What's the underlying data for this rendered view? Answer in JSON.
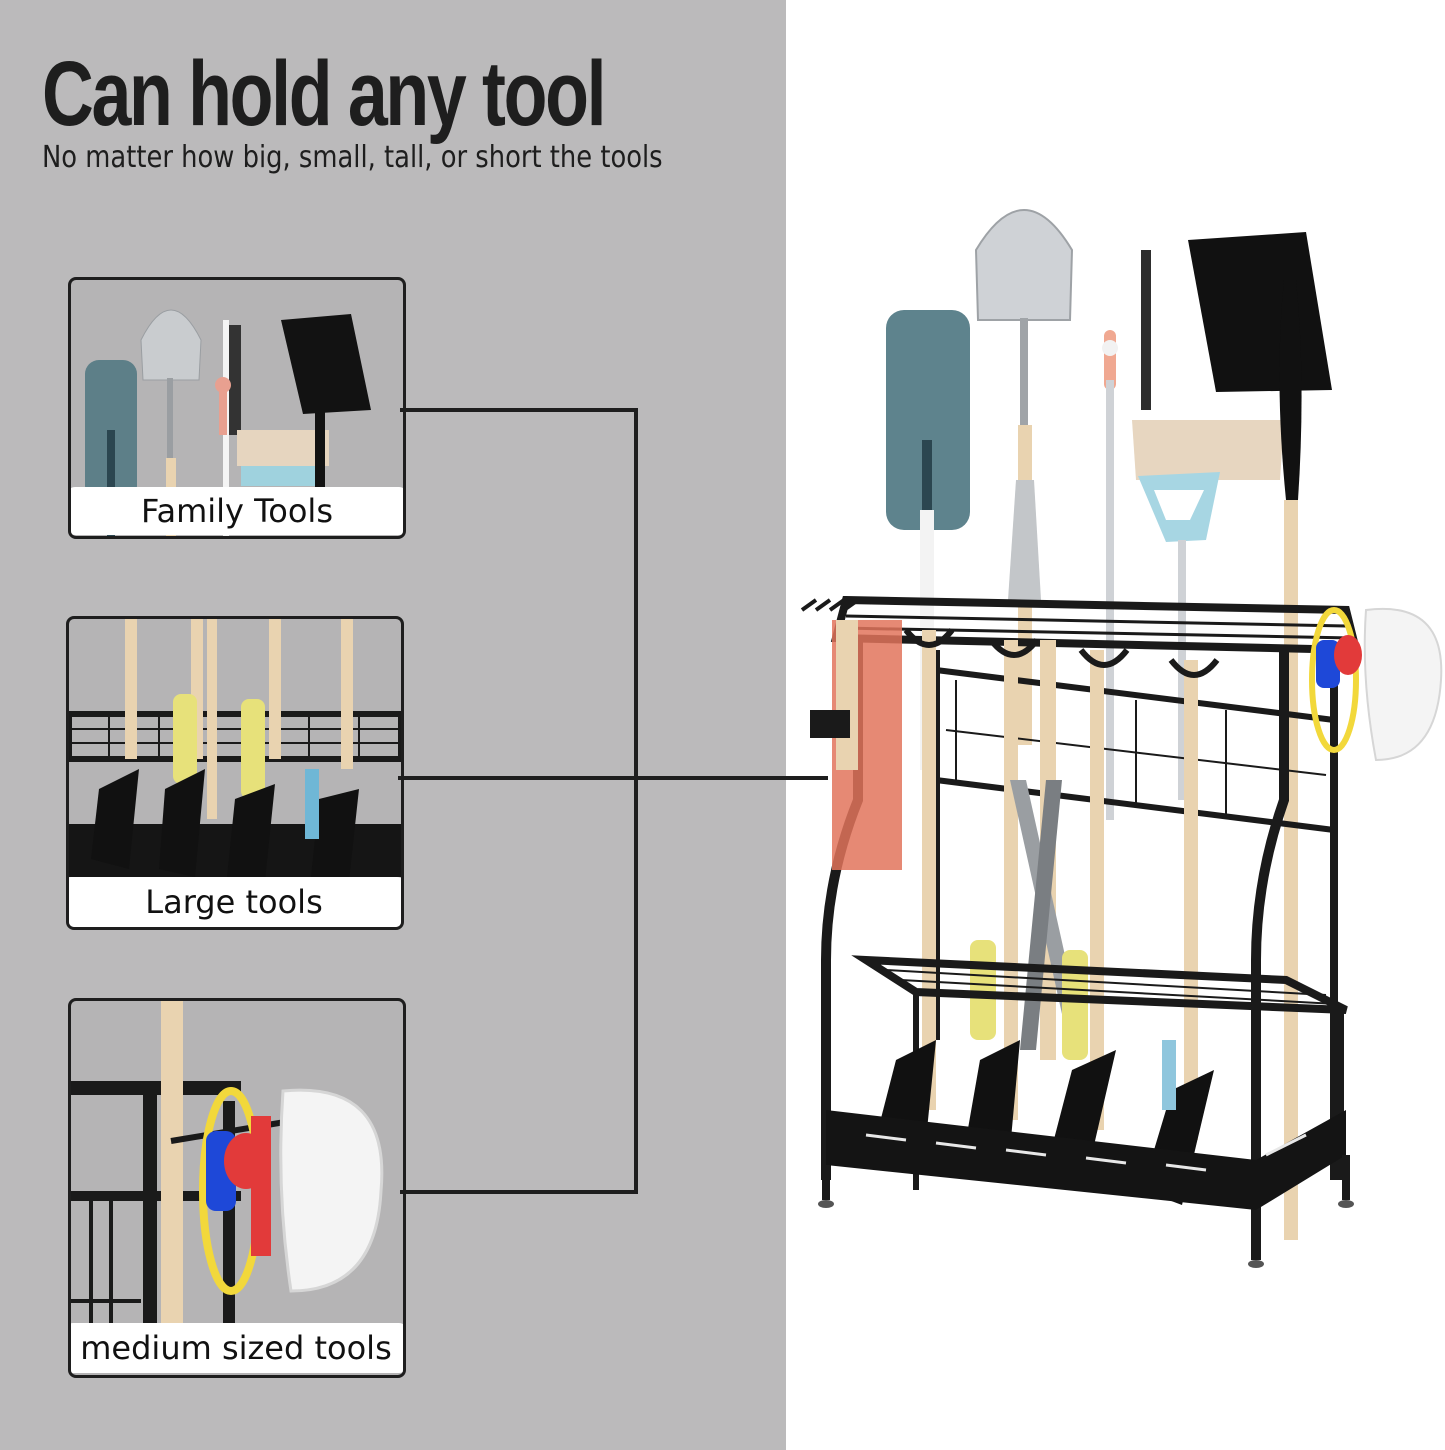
{
  "headline": "Can hold any tool",
  "subheadline": "No matter how big, small, tall, or short the tools",
  "cards": [
    {
      "label": "Family Tools",
      "image": "family-tools-closeup"
    },
    {
      "label": "Large tools",
      "image": "large-tools-closeup"
    },
    {
      "label": "medium sized tools",
      "image": "medium-tools-closeup"
    }
  ],
  "product": {
    "image": "garden-tool-storage-rack-with-tools"
  },
  "colors": {
    "panel_bg": "#bbbabb",
    "page_bg": "#ffffff",
    "text": "#1e1e1e",
    "label_bg": "#ffffff",
    "rack_black": "#1a1a1a",
    "wood": "#e9d3b0"
  }
}
